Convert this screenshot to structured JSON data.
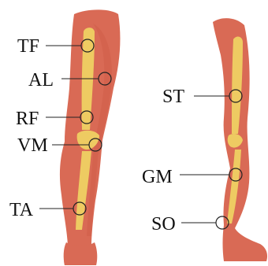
{
  "colors": {
    "background": "#ffffff",
    "muscle": "#d96a55",
    "muscle_shade": "#cf5d48",
    "bone": "#eecb62",
    "line": "#222222"
  },
  "front_view": {
    "labels": [
      "TF",
      "AL",
      "RF",
      "VM",
      "TA"
    ]
  },
  "side_view": {
    "labels": [
      "ST",
      "GM",
      "SO"
    ]
  }
}
